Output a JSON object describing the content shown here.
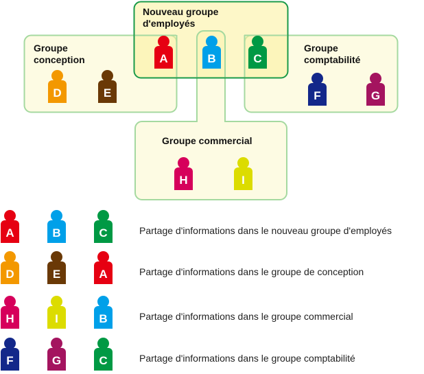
{
  "groups": {
    "new": "Nouveau groupe d'employés",
    "conception": "Groupe conception",
    "comptabilite": "Groupe comptabilité",
    "commercial": "Groupe commercial"
  },
  "colors": {
    "A": "#e60012",
    "B": "#00a0e9",
    "C": "#009944",
    "D": "#f39800",
    "E": "#6a3906",
    "F": "#13288a",
    "G": "#a4145f",
    "H": "#d6005b",
    "I": "#dcdc00",
    "light_border": "#a5d9a0",
    "dark_border": "#1a9a4a",
    "fill": "#fdfbe3"
  },
  "people": {
    "A": "A",
    "B": "B",
    "C": "C",
    "D": "D",
    "E": "E",
    "F": "F",
    "G": "G",
    "H": "H",
    "I": "I"
  },
  "rows": [
    {
      "members": [
        "A",
        "B",
        "C"
      ],
      "text": "Partage d'informations dans le nouveau groupe d'employés"
    },
    {
      "members": [
        "D",
        "E",
        "A"
      ],
      "text": "Partage d'informations dans le groupe de conception"
    },
    {
      "members": [
        "H",
        "I",
        "B"
      ],
      "text": "Partage d'informations dans le groupe commercial"
    },
    {
      "members": [
        "F",
        "G",
        "C"
      ],
      "text": "Partage d'informations dans le groupe comptabilité"
    }
  ]
}
